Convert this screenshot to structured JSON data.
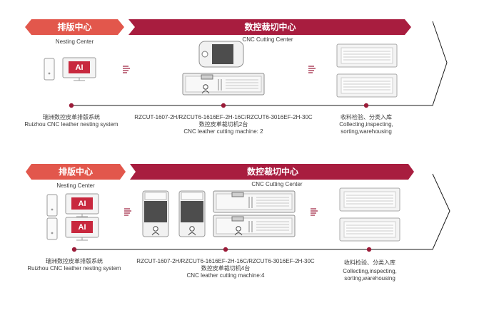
{
  "panels": [
    {
      "nesting_header": "排版中心",
      "nesting_sub": "Nesting Center",
      "cutting_header": "数控裁切中心",
      "cutting_sub": "CNC Cutting Center",
      "ai_label": "AI",
      "nesting_cn": "瑞洲数控皮革排版系统",
      "nesting_en": "Ruizhou CNC leather nesting system",
      "models": "RZCUT-1607-2H/RZCUT6-1616EF-2H-16C/RZCUT6-3016EF-2H-30C",
      "machine_cn": "数控皮革裁切机2台",
      "machine_en": "CNC leather cutting machine: 2",
      "collect_cn": "收料检验、分类入库",
      "collect_en_1": "Collecting,inspecting,",
      "collect_en_2": "sorting,warehousing"
    },
    {
      "nesting_header": "排版中心",
      "nesting_sub": "Nesting Center",
      "cutting_header": "数控裁切中心",
      "cutting_sub": "CNC Cutting Center",
      "ai_label": "AI",
      "nesting_cn": "瑞洲数控皮革排版系统",
      "nesting_en": "Ruizhou CNC leather nesting system",
      "models": "RZCUT-1607-2H/RZCUT6-1616EF-2H-16C/RZCUT6-3016EF-2H-30C",
      "machine_cn": "数控皮革裁切机4台",
      "machine_en": "CNC leather cutting machine:4",
      "collect_cn": "收料检验、分类入库",
      "collect_en_1": "Collecting,inspecting,",
      "collect_en_2": "sorting,warehousing"
    }
  ],
  "colors": {
    "header_left": "#e2574c",
    "header_right": "#a81d3f",
    "dot": "#9b1b38",
    "line": "#1a1a1a"
  }
}
